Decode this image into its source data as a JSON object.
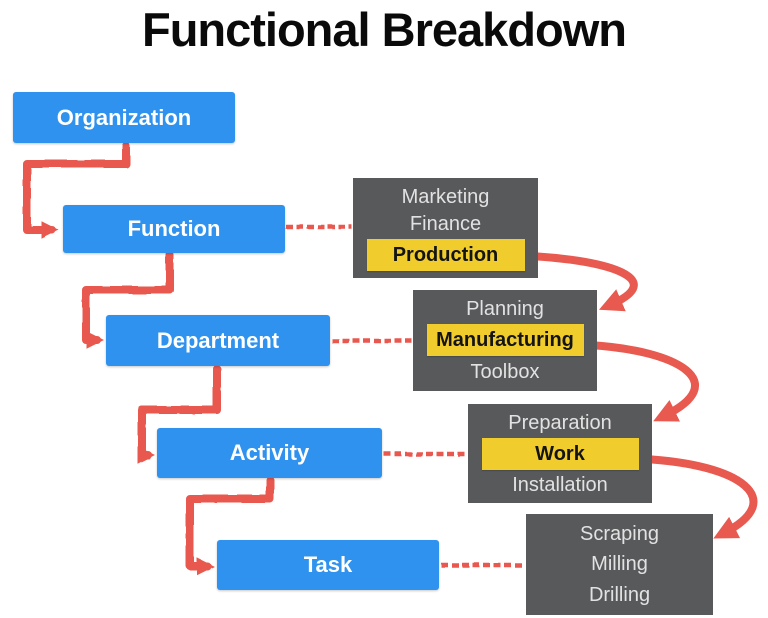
{
  "title": "Functional Breakdown",
  "colors": {
    "blue": "#2E92EE",
    "gray": "#58595B",
    "yellow": "#F0CC2D",
    "red": "#E8594F",
    "item_text": "#E2E2E2",
    "highlight_text": "#141414",
    "title_text": "#0A0A0A"
  },
  "hierarchy": [
    {
      "label": "Organization"
    },
    {
      "label": "Function"
    },
    {
      "label": "Department"
    },
    {
      "label": "Activity"
    },
    {
      "label": "Task"
    }
  ],
  "detail_boxes": [
    {
      "items": [
        {
          "text": "Marketing",
          "highlighted": false
        },
        {
          "text": "Finance",
          "highlighted": false
        },
        {
          "text": "Production",
          "highlighted": true
        }
      ]
    },
    {
      "items": [
        {
          "text": "Planning",
          "highlighted": false
        },
        {
          "text": "Manufacturing",
          "highlighted": true
        },
        {
          "text": "Toolbox",
          "highlighted": false
        }
      ]
    },
    {
      "items": [
        {
          "text": "Preparation",
          "highlighted": false
        },
        {
          "text": "Work",
          "highlighted": true
        },
        {
          "text": "Installation",
          "highlighted": false
        }
      ]
    },
    {
      "items": [
        {
          "text": "Scraping",
          "highlighted": false
        },
        {
          "text": "Milling",
          "highlighted": false
        },
        {
          "text": "Drilling",
          "highlighted": false
        }
      ]
    }
  ]
}
